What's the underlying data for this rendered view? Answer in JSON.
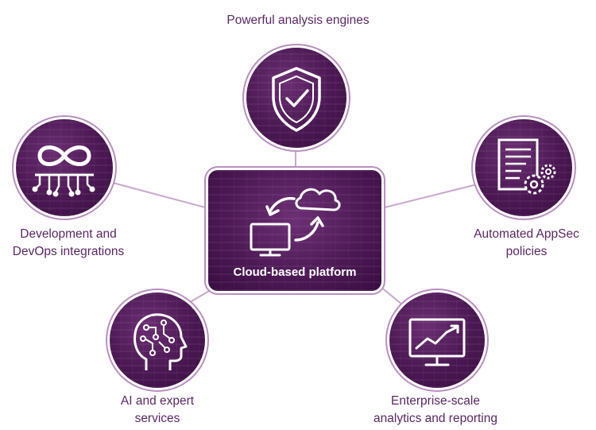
{
  "diagram": {
    "center": {
      "label": "Cloud-based platform",
      "icon": "cloud-sync-monitor-icon"
    },
    "nodes": [
      {
        "id": "engines",
        "label": "Powerful analysis engines",
        "icon": "shield-check-icon"
      },
      {
        "id": "devops",
        "label_lines": [
          "Development and",
          "DevOps integrations"
        ],
        "icon": "infinity-circuit-icon"
      },
      {
        "id": "policies",
        "label_lines": [
          "Automated AppSec",
          "policies"
        ],
        "icon": "document-gears-icon"
      },
      {
        "id": "ai",
        "label_lines": [
          "AI and expert",
          "services"
        ],
        "icon": "head-circuit-icon"
      },
      {
        "id": "analytics",
        "label_lines": [
          "Enterprise-scale",
          "analytics and reporting"
        ],
        "icon": "monitor-chart-icon"
      }
    ],
    "colors": {
      "node_fill": "#4a1752",
      "node_ring": "#b98fc0",
      "connector": "#c8a8cc",
      "label_text": "#5a2763",
      "icon_stroke": "#ffffff"
    }
  }
}
